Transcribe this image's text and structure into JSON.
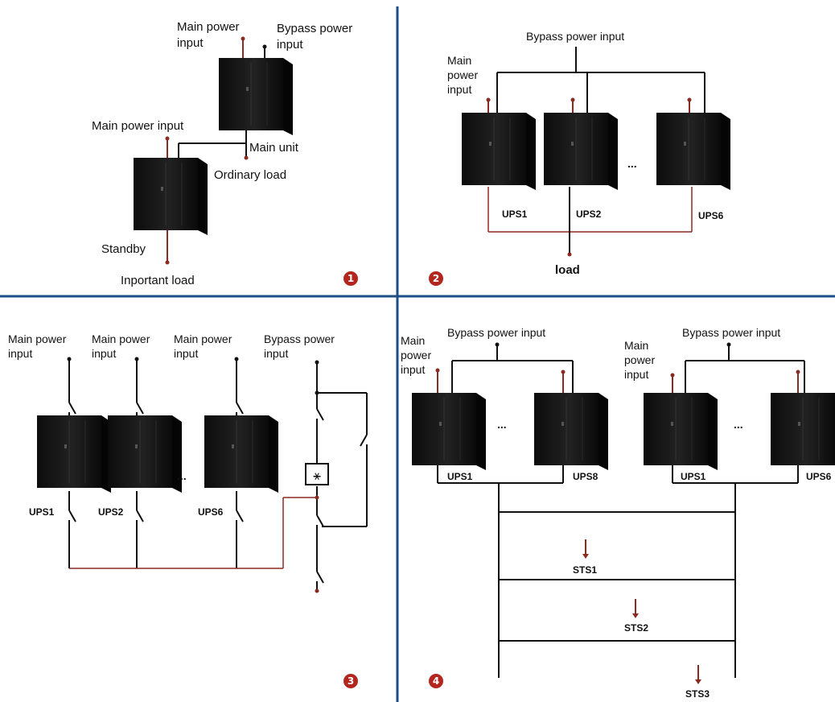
{
  "colors": {
    "divider": "#1d4f86",
    "wire_black": "#111111",
    "wire_red": "#8a2a20",
    "cabinet": "#151515",
    "badge": "#b3261e"
  },
  "icons": {
    "ups_cabinet": "ups-cabinet-icon",
    "switch": "switch-icon",
    "sts_arrow": "arrow-down-icon"
  },
  "panel1": {
    "badge": "1",
    "main_power_input_top_line1": "Main power",
    "main_power_input_top_line2": "input",
    "bypass_power_input_line1": "Bypass power",
    "bypass_power_input_line2": "input",
    "main_power_input": "Main power input",
    "main_unit": "Main unit",
    "ordinary_load": "Ordinary load",
    "standby": "Standby",
    "important_load": "Inportant load"
  },
  "panel2": {
    "badge": "2",
    "bypass_power_input": "Bypass power input",
    "main_power_input_line1": "Main",
    "main_power_input_line2": "power",
    "main_power_input_line3": "input",
    "ups1": "UPS1",
    "ups2": "UPS2",
    "ups6": "UPS6",
    "ellipsis": "...",
    "load": "load"
  },
  "panel3": {
    "badge": "3",
    "inputs": [
      {
        "line1": "Main power",
        "line2": "input"
      },
      {
        "line1": "Main power",
        "line2": "input"
      },
      {
        "line1": "Main power",
        "line2": "input"
      },
      {
        "line1": "Bypass power",
        "line2": "input"
      }
    ],
    "ups1": "UPS1",
    "ups2": "UPS2",
    "ups6": "UPS6",
    "ellipsis": "..."
  },
  "panel4": {
    "badge": "4",
    "left_main_line1": "Main",
    "left_main_line2": "power",
    "left_main_line3": "input",
    "left_bypass": "Bypass power input",
    "right_main_line1": "Main",
    "right_main_line2": "power",
    "right_main_line3": "input",
    "right_bypass": "Bypass power input",
    "left_ups1": "UPS1",
    "left_ups8": "UPS8",
    "right_ups1": "UPS1",
    "right_ups6": "UPS6",
    "ellipsis": "...",
    "sts1": "STS1",
    "sts2": "STS2",
    "sts3": "STS3"
  }
}
